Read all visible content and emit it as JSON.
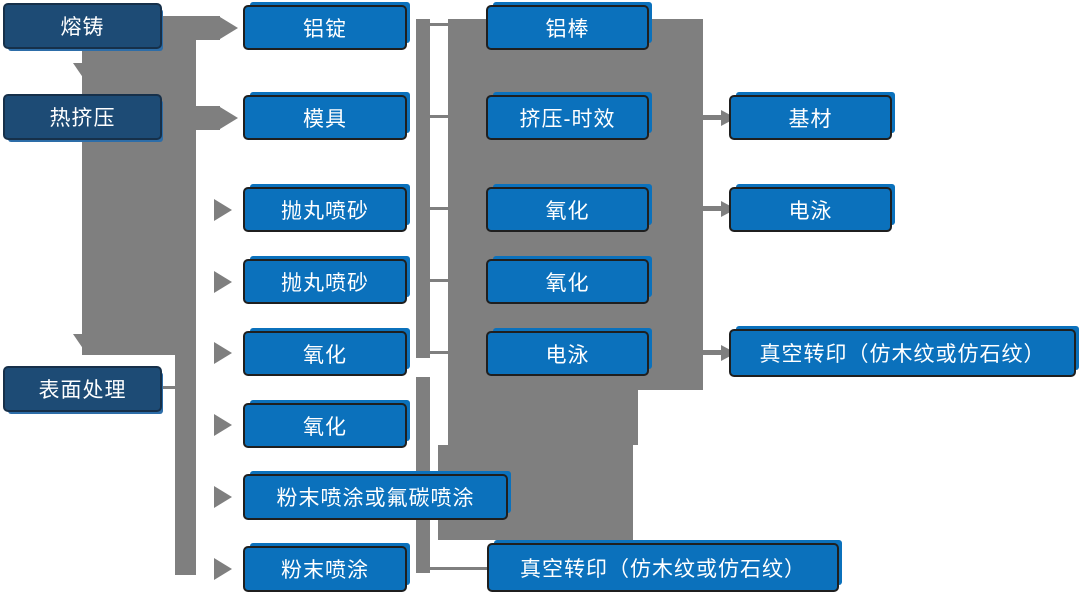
{
  "diagram": {
    "type": "flowchart",
    "colors": {
      "node_blue": "#0b71bc",
      "node_dark_blue": "#1d4b75",
      "connector_gray": "#7f7f7f",
      "text": "#ffffff",
      "background": "#ffffff"
    },
    "nodes": {
      "rongzhu": "熔铸",
      "re_jiya": "热挤压",
      "biaomian_chuli": "表面处理",
      "lv_ding": "铝锭",
      "muju": "模具",
      "paowan_pensha_1": "抛丸喷砂",
      "paowan_pensha_2": "抛丸喷砂",
      "yanghua_1": "氧化",
      "yanghua_2": "氧化",
      "fenmo_or_fudan": "粉末喷涂或氟碳喷涂",
      "fenmo_pentu": "粉末喷涂",
      "lv_bang": "铝棒",
      "jiya_shixiao": "挤压-时效",
      "yanghua_3": "氧化",
      "yanghua_4": "氧化",
      "dianyong_1": "电泳",
      "zhenkong_zhuanyin_1": "真空转印（仿木纹或仿石纹）",
      "jicai": "基材",
      "dianyong_2": "电泳",
      "zhenkong_zhuanyin_2": "真空转印（仿木纹或仿石纹）"
    }
  }
}
